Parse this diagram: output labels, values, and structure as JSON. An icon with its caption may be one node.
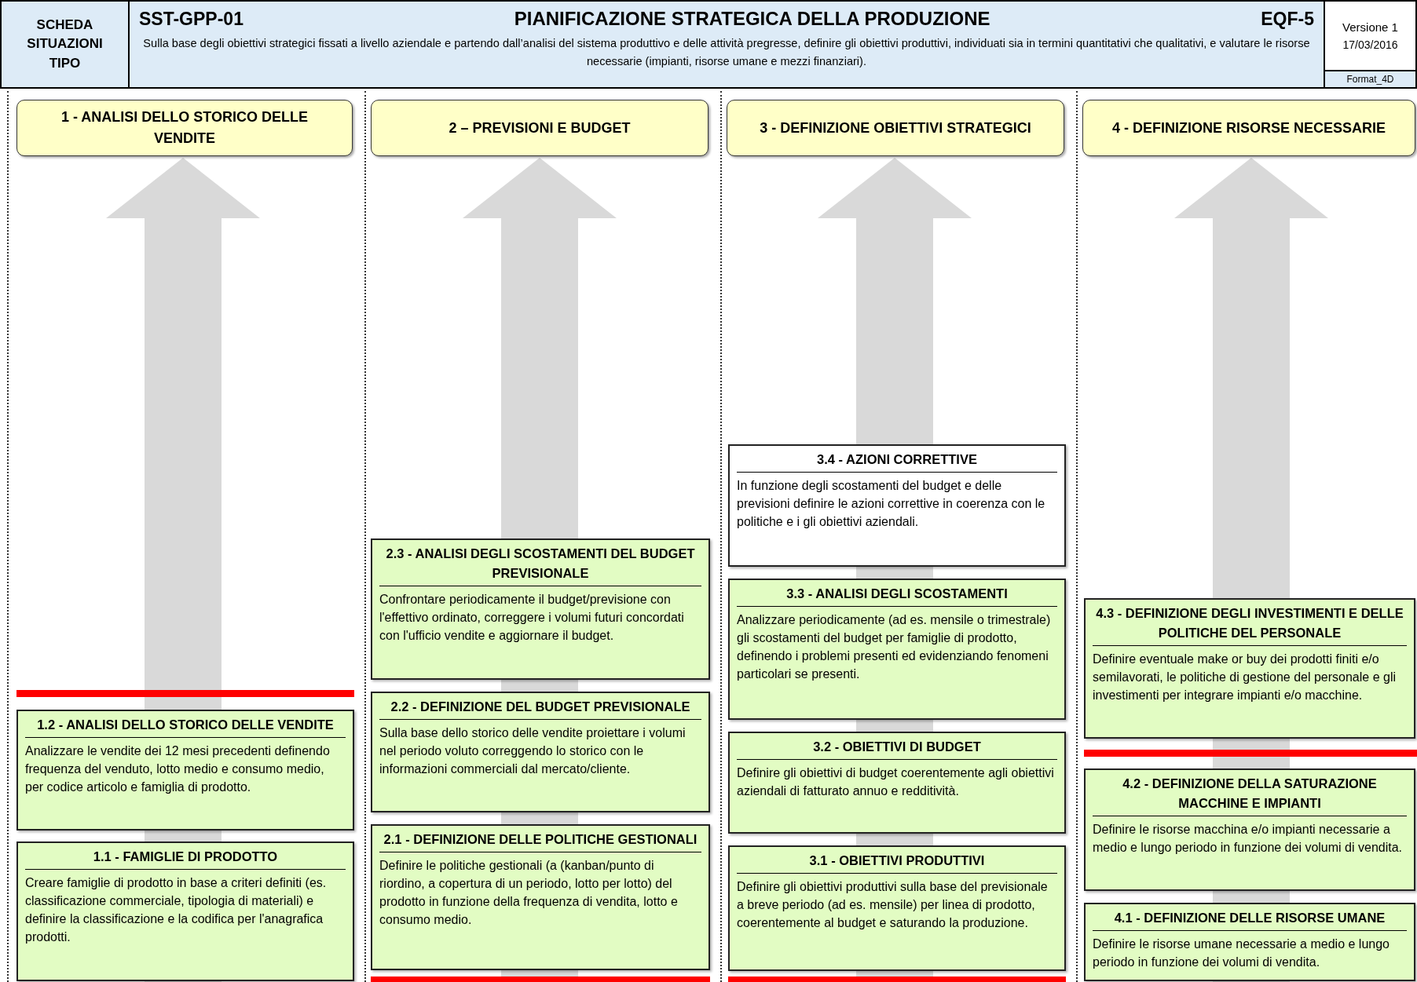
{
  "diagram": {
    "title": "PIANIFICAZIONE STRATEGICA DELLA PRODUZIONE",
    "nodes": [
      {
        "text": [
          "SCHEDA SITUAZIONI TIPO"
        ]
      },
      {
        "text": [
          "SST-GPP-01",
          "EQF-5",
          "Sulla base degli obiettivi strategici fissati a livello aziendale e partendo dall’analisi del sistema produttivo e delle attività pregresse, definire gli obiettivi produttivi, individuati sia in termini quantitativi che qualitativi, e valutare le risorse necessarie (impianti, risorse umane e mezzi finanziari)."
        ]
      },
      {
        "text": [
          "Versione 1",
          "17/03/2016"
        ]
      },
      {
        "text": [
          "Format_4D"
        ],
        "in": 2
      },
      {
        "text": [
          "1 - ANALISI DELLO STORICO DELLE VENDITE"
        ]
      },
      {
        "text": [
          "2 – PREVISIONI E BUDGET"
        ]
      },
      {
        "text": [
          "3 - DEFINIZIONE OBIETTIVI STRATEGICI"
        ]
      },
      {
        "text": [
          "4 - DEFINIZIONE RISORSE NECESSARIE"
        ]
      },
      {
        "text": [
          "1.2 - ANALISI DELLO STORICO DELLE VENDITE",
          "Analizzare le vendite dei 12 mesi precedenti definendo frequenza del venduto, lotto medio e consumo medio, per codice articolo e famiglia di prodotto."
        ]
      },
      {
        "text": [
          "1.1 - FAMIGLIE DI PRODOTTO",
          "Creare famiglie di prodotto in base a criteri definiti (es. classificazione commerciale, tipologia di materiali) e definire la classificazione e la codifica per l'anagrafica prodotti."
        ]
      },
      {
        "text": [
          "2.3 - ANALISI DEGLI SCOSTAMENTI DEL BUDGET PREVISIONALE",
          "Confrontare periodicamente il budget/previsione con l'effettivo ordinato, correggere i volumi futuri concordati con l'ufficio vendite e aggiornare il budget."
        ]
      },
      {
        "text": [
          "2.2 - DEFINIZIONE DEL BUDGET PREVISIONALE",
          "Sulla base dello storico delle vendite proiettare i volumi nel periodo voluto correggendo lo storico con le informazioni commerciali dal mercato/cliente."
        ]
      },
      {
        "text": [
          "2.1 - DEFINIZIONE DELLE POLITICHE GESTIONALI",
          "Definire le politiche gestionali (a (kanban/punto di riordino, a copertura di un periodo, lotto per lotto) del prodotto in funzione della frequenza di vendita, lotto e consumo medio."
        ]
      },
      {
        "text": [
          "3.4 - AZIONI CORRETTIVE",
          "In funzione degli scostamenti del budget e delle previsioni definire le azioni correttive in coerenza con le politiche e i gli obiettivi aziendali."
        ]
      },
      {
        "text": [
          "3.3 - ANALISI DEGLI SCOSTAMENTI",
          "Analizzare periodicamente (ad es. mensile o trimestrale) gli scostamenti del budget per famiglie di prodotto, definendo i problemi presenti ed evidenziando fenomeni particolari se presenti."
        ]
      },
      {
        "text": [
          "3.2 - OBIETTIVI DI BUDGET",
          "Definire gli obiettivi di budget coerentemente agli obiettivi aziendali di fatturato annuo e redditività."
        ]
      },
      {
        "text": [
          "3.1 - OBIETTIVI PRODUTTIVI",
          "Definire gli obiettivi produttivi sulla base del previsionale a breve periodo (ad es. mensile) per linea di prodotto, coerentemente al budget e saturando la produzione."
        ]
      },
      {
        "text": [
          "4.3 - DEFINIZIONE DEGLI INVESTIMENTI E DELLE POLITICHE DEL PERSONALE",
          "Definire eventuale make or buy dei prodotti finiti e/o semilavorati, le politiche di gestione del personale e gli investimenti per integrare impianti e/o macchine."
        ]
      },
      {
        "text": [
          "4.2 - DEFINIZIONE DELLA SATURAZIONE MACCHINE E IMPIANTI",
          "Definire le risorse macchina e/o impianti necessarie a medio e lungo periodo in funzione dei volumi di vendita."
        ]
      },
      {
        "text": [
          "4.1 - DEFINIZIONE DELLE RISORSE UMANE",
          "Definire le risorse umane necessarie a medio e lungo periodo in funzione dei volumi di vendita."
        ]
      }
    ]
  }
}
